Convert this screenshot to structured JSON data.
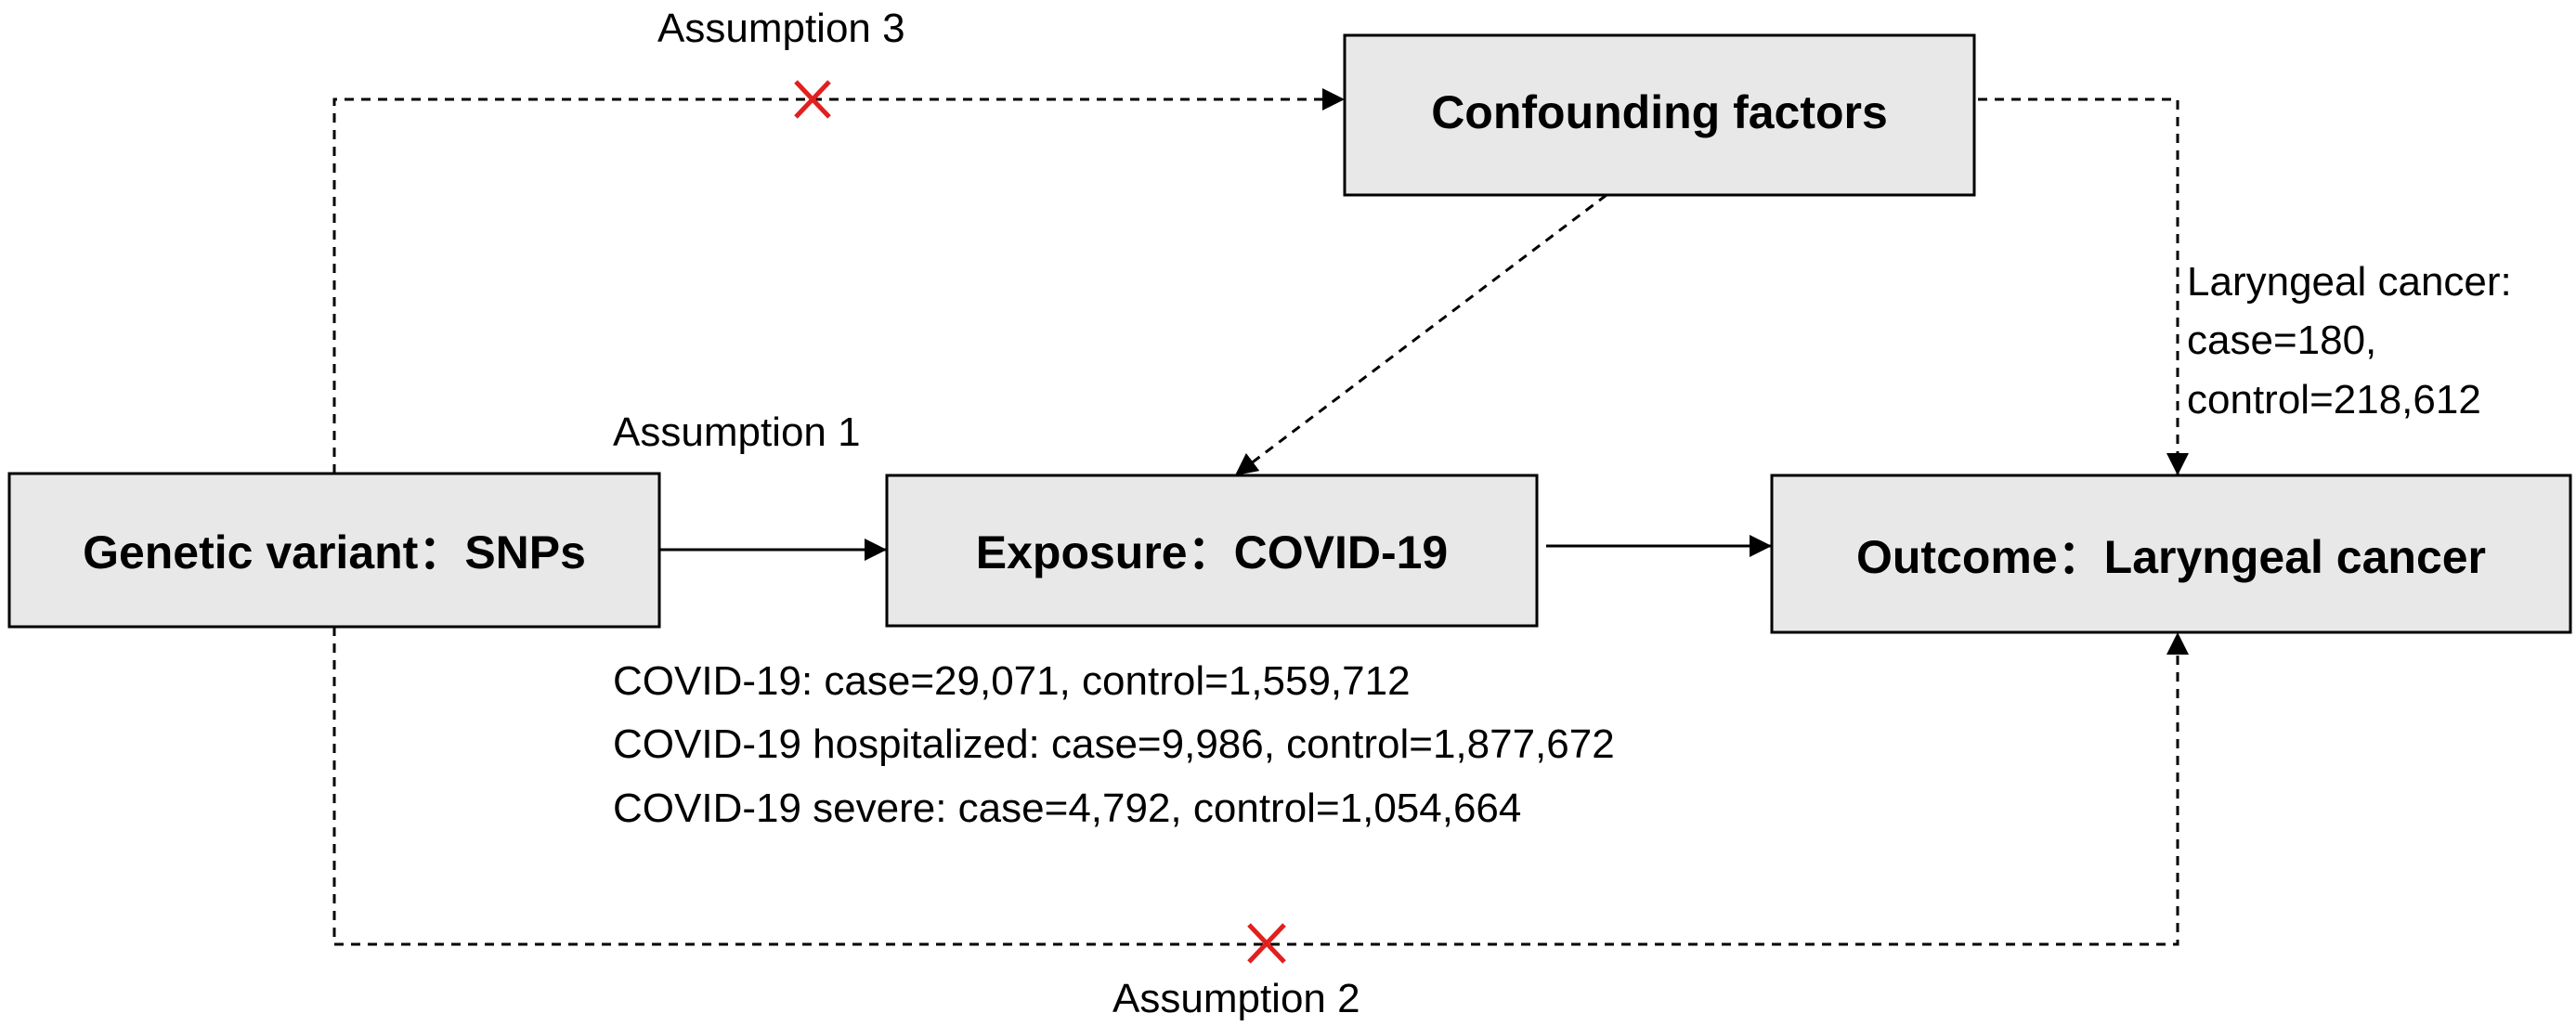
{
  "nodes": {
    "genetic_variant": "Genetic variant：SNPs",
    "exposure": "Exposure：COVID-19",
    "outcome": "Outcome：Laryngeal cancer",
    "confounding": "Confounding factors"
  },
  "assumptions": {
    "a1": "Assumption 1",
    "a2": "Assumption 2",
    "a3": "Assumption 3"
  },
  "exposure_notes": [
    "COVID-19: case=29,071, control=1,559,712",
    "COVID-19 hospitalized: case=9,986, control=1,877,672",
    "COVID-19 severe: case=4,792, control=1,054,664"
  ],
  "outcome_notes": [
    "Laryngeal cancer:",
    "case=180,",
    "control=218,612"
  ],
  "colors": {
    "box_fill": "#e8e8e8",
    "violation_cross": "#e0201f"
  }
}
